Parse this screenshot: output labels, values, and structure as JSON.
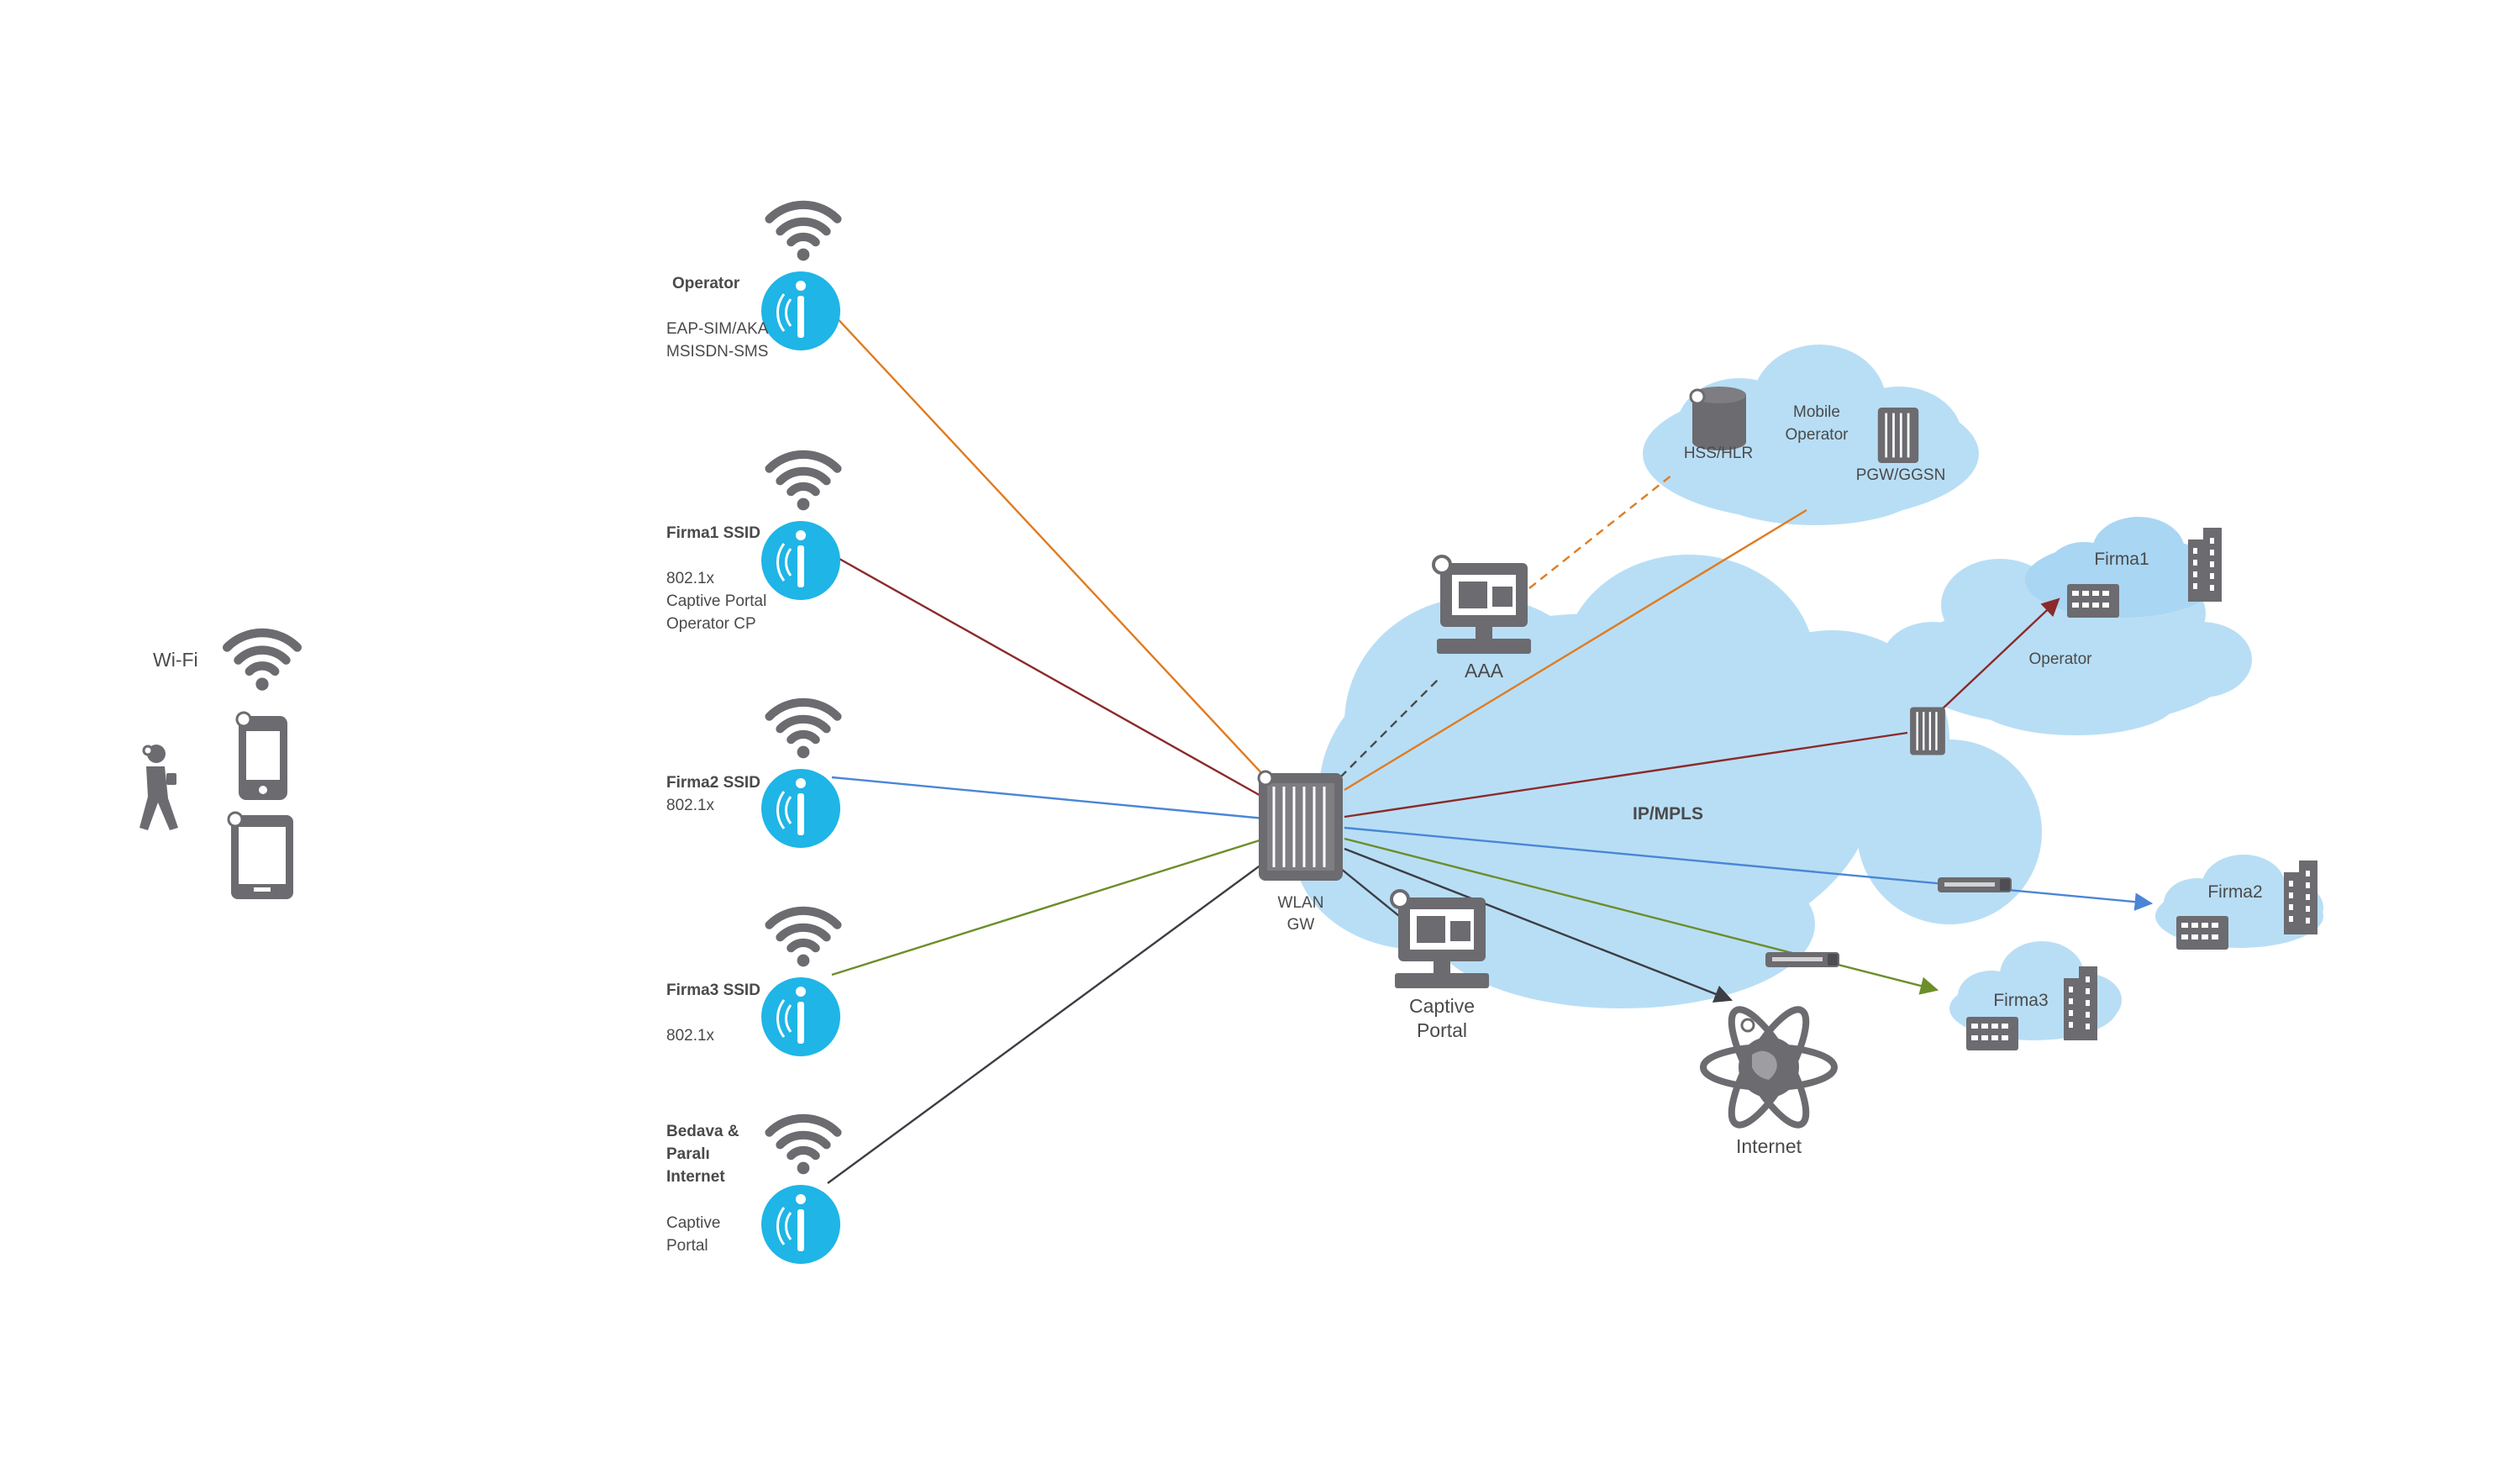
{
  "client": {
    "wifi_label": "Wi-Fi",
    "icons": [
      "wifi-icon",
      "person-icon",
      "smartphone-icon",
      "tablet-icon"
    ]
  },
  "access_points": [
    {
      "title": "Operator",
      "detail": [
        "EAP-SIM/AKA",
        "MSISDN-SMS"
      ],
      "line_color": "#e07b20"
    },
    {
      "title": "Firma1 SSID",
      "detail": [
        "802.1x",
        "Captive Portal",
        "Operator CP"
      ],
      "line_color": "#8b2a2a"
    },
    {
      "title": "Firma2 SSID",
      "detail": [
        "802.1x"
      ],
      "line_color": "#4a86d6"
    },
    {
      "title": "Firma3 SSID",
      "detail": [
        "802.1x"
      ],
      "line_color": "#6b8e2a"
    },
    {
      "title": [
        "Bedava &",
        "Paralı",
        "Internet"
      ],
      "detail": [
        "Captive",
        "Portal"
      ],
      "line_color": "#3d3d45"
    }
  ],
  "gateway": {
    "label": [
      "WLAN",
      "GW"
    ]
  },
  "aaa": {
    "label": "AAA"
  },
  "captive_portal": {
    "label": [
      "Captive",
      "Portal"
    ]
  },
  "core": {
    "label": "IP/MPLS"
  },
  "mobile_operator": {
    "label": [
      "Mobile",
      "Operator"
    ],
    "hss": "HSS/HLR",
    "pgw": "PGW/GGSN"
  },
  "operator_cloud": {
    "label": "Operator"
  },
  "firma1": {
    "label": "Firma1"
  },
  "firma2": {
    "label": "Firma2"
  },
  "firma3": {
    "label": "Firma3"
  },
  "internet": {
    "label": "Internet"
  },
  "colors": {
    "ap_blue": "#1fb5e6",
    "cloud": "#b8def5",
    "device_gray": "#6b6b70"
  }
}
